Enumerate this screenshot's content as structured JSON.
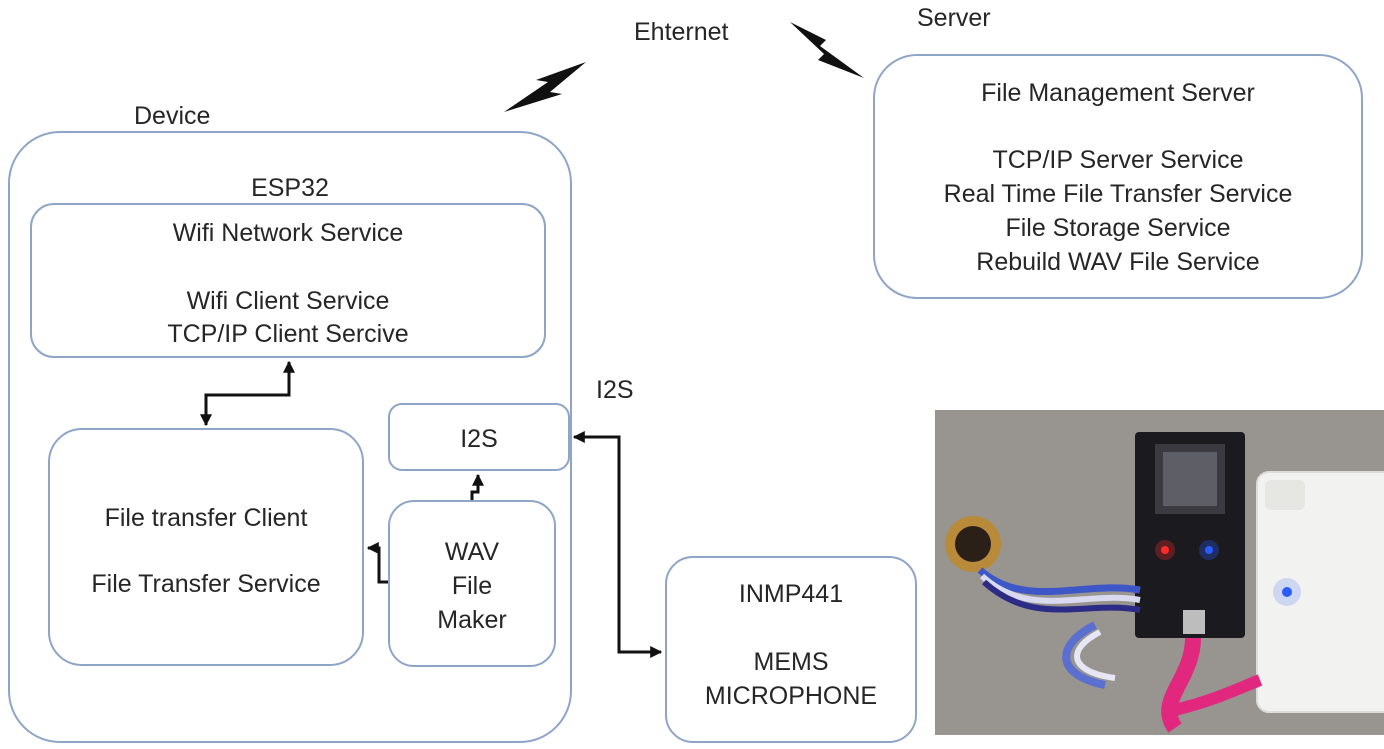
{
  "labels": {
    "ethernet": "Ehternet",
    "server": "Server",
    "device": "Device",
    "i2s_link": "I2S"
  },
  "server_box": {
    "title": "File Management Server",
    "services": [
      "TCP/IP Server Service",
      "Real Time File Transfer Service",
      "File Storage Service",
      "Rebuild WAV File Service"
    ]
  },
  "device_box": {
    "title": "ESP32"
  },
  "wifi_box": {
    "title": "Wifi Network Service",
    "services": [
      "Wifi Client Service",
      "TCP/IP Client Sercive"
    ]
  },
  "file_transfer_box": {
    "line1": "File transfer Client",
    "line2": "File Transfer Service"
  },
  "i2s_box": {
    "label": "I2S"
  },
  "wav_box": {
    "lines": [
      "WAV",
      "File",
      "Maker"
    ]
  },
  "mic_box": {
    "title": "INMP441",
    "lines": [
      "MEMS",
      "MICROPHONE"
    ]
  },
  "colors": {
    "box_border": "#8fa5c7",
    "text": "#262626",
    "arrow": "#111111",
    "led_red": "#ff2a2a",
    "led_blue": "#2b5cff"
  }
}
